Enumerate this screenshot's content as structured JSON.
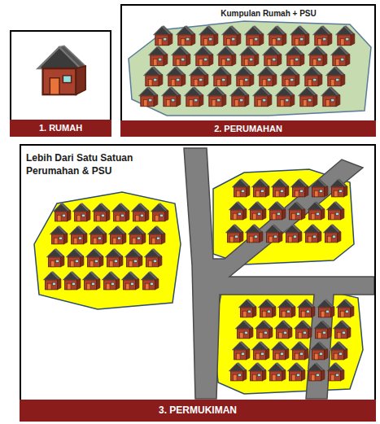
{
  "diagram": {
    "nodes": [
      {
        "text": [
          "1. RUMAH"
        ]
      },
      {
        "text": [
          "Kumpulan Rumah + PSU",
          "2. PERUMAHAN"
        ]
      },
      {
        "text": [
          "Lebih Dari Satu Satuan Perumahan & PSU",
          "3. PERMUKIMAN"
        ]
      }
    ]
  }
}
